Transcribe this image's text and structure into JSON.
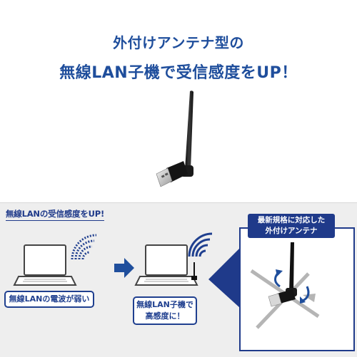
{
  "headline": {
    "line1": "外付けアンテナ型の",
    "line2": "無線LAN子機で受信感度をUP！"
  },
  "panel": {
    "title": "無線LANの受信感度をUP!",
    "weak_signal_label": "無線LANの電波が弱い",
    "sensitivity_label_line1": "無線LAN子機で",
    "sensitivity_label_line2": "高感度に！",
    "antenna_label_line1": "最新規格に対応した",
    "antenna_label_line2": "外付けアンテナ"
  },
  "colors": {
    "headline": "#1f4e9c",
    "label_border": "#1f3f8f",
    "callout_fill": "#1f3a8a",
    "arrow": "#1f4e9c",
    "panel_background": "#eeeeee"
  },
  "icons": [
    "usb-adapter-icon",
    "laptop-icon",
    "wifi-waves-icon",
    "arrow-right-icon",
    "rotation-arrow-icon"
  ]
}
